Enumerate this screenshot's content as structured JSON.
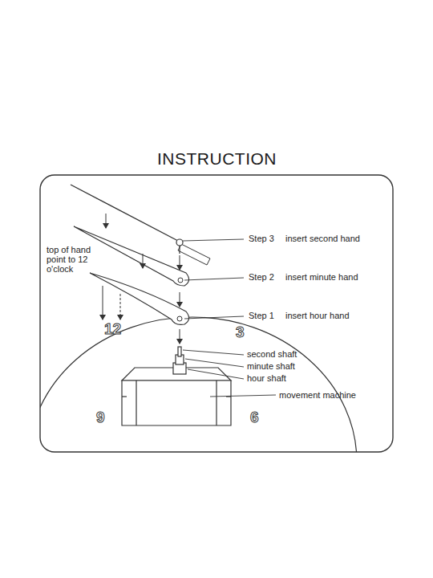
{
  "diagram": {
    "title": "INSTRUCTION",
    "labels": [
      "Step 3",
      "insert second hand",
      "Step 2",
      "insert minute hand",
      "Step 1",
      "insert hour hand",
      "top of hand point to 12 o'clock",
      "12",
      "3",
      "second shaft",
      "minute shaft",
      "hour shaft",
      "movement machine",
      "9",
      "6"
    ]
  }
}
